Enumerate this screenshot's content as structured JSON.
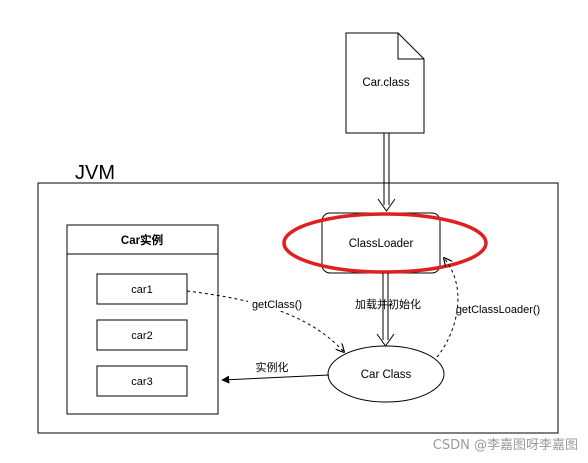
{
  "file_node": {
    "label": "Car.class"
  },
  "jvm": {
    "label": "JVM"
  },
  "instances_box": {
    "title": "Car实例",
    "items": [
      "car1",
      "car2",
      "car3"
    ]
  },
  "classloader": {
    "label": "ClassLoader",
    "highlight_color": "#e02020"
  },
  "car_class": {
    "label": "Car Class"
  },
  "edges": {
    "load_init": "加载并初始化",
    "get_class": "getClass()",
    "get_classloader": "getClassLoader()",
    "instantiate": "实例化"
  },
  "watermark": "CSDN @李嘉图呀李嘉图"
}
